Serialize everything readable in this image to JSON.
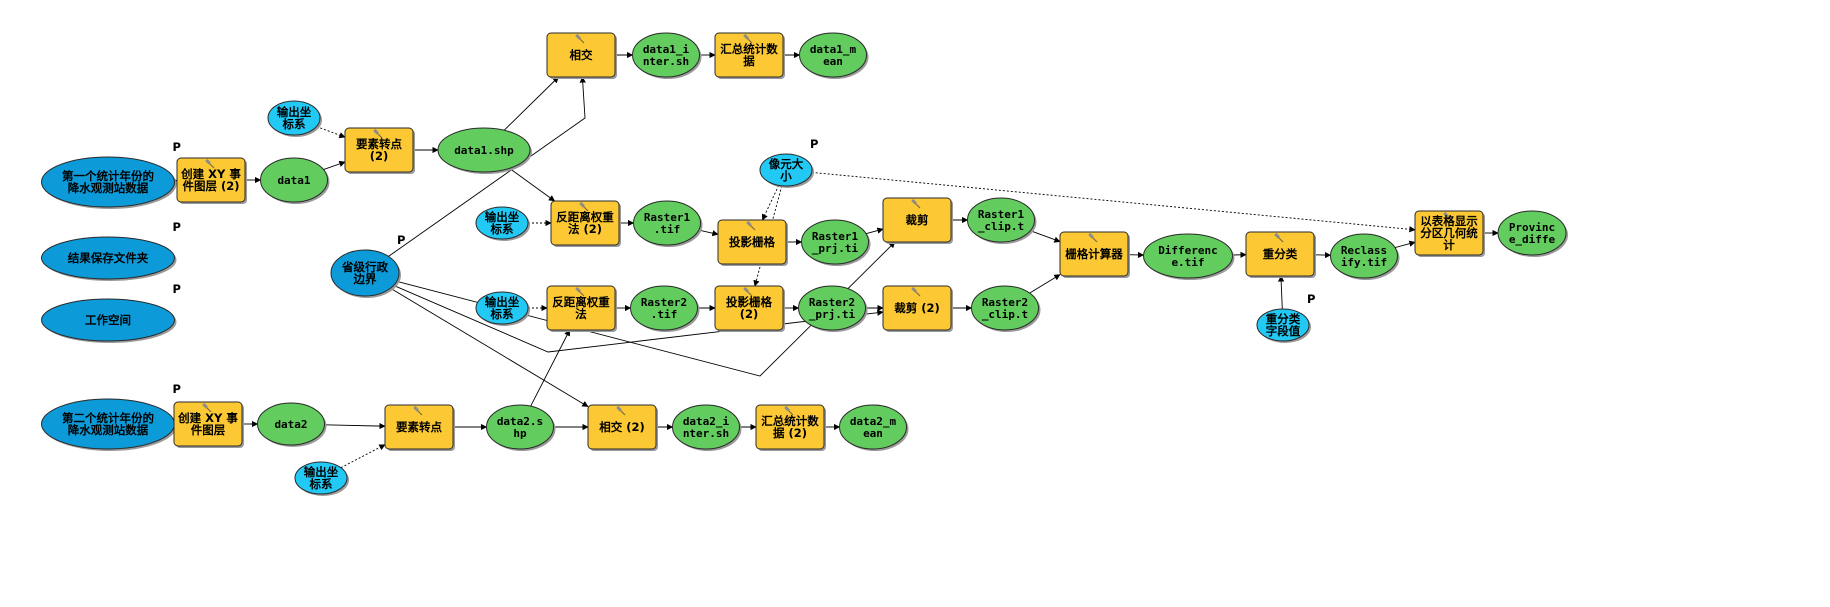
{
  "colors": {
    "tool": "#fcc935",
    "data": "#62cc5e",
    "input": "#0c9ad8",
    "param": "#22c9f5",
    "shadow": "#9a9a9a",
    "outline": "#2a2a2a",
    "line": "#000000"
  },
  "nodes": [
    {
      "id": "n1",
      "shape": "input-oval",
      "text": "第一个统计年份的\n降水观测站数据",
      "p": true
    },
    {
      "id": "n2",
      "shape": "input-oval",
      "text": "结果保存文件夹",
      "p": true
    },
    {
      "id": "n3",
      "shape": "input-oval",
      "text": "工作空间",
      "p": true
    },
    {
      "id": "n4",
      "shape": "input-oval",
      "text": "第二个统计年份的\n降水观测站数据",
      "p": true
    },
    {
      "id": "n5",
      "shape": "input-oval",
      "text": "省级行政\n边界",
      "p": true
    },
    {
      "id": "t1",
      "shape": "tool",
      "text": "创建 XY 事\n件图层 (2)"
    },
    {
      "id": "t2",
      "shape": "tool",
      "text": "创建 XY 事\n件图层"
    },
    {
      "id": "d1",
      "shape": "data",
      "text": "data1"
    },
    {
      "id": "d2",
      "shape": "data",
      "text": "data2"
    },
    {
      "id": "c1",
      "shape": "param",
      "text": "输出坐\n标系"
    },
    {
      "id": "c2",
      "shape": "param",
      "text": "输出坐\n标系"
    },
    {
      "id": "c3",
      "shape": "param",
      "text": "输出坐\n标系"
    },
    {
      "id": "c4",
      "shape": "param",
      "text": "输出坐\n标系"
    },
    {
      "id": "t3",
      "shape": "tool",
      "text": "要素转点\n(2)"
    },
    {
      "id": "t4",
      "shape": "tool",
      "text": "要素转点"
    },
    {
      "id": "d3",
      "shape": "data",
      "text": "data1.shp"
    },
    {
      "id": "d4",
      "shape": "data",
      "text": "data2.s\nhp"
    },
    {
      "id": "t5",
      "shape": "tool",
      "text": "相交"
    },
    {
      "id": "t6",
      "shape": "tool",
      "text": "相交 (2)"
    },
    {
      "id": "d5",
      "shape": "data",
      "text": "data1_i\nnter.sh"
    },
    {
      "id": "d6",
      "shape": "data",
      "text": "data2_i\nnter.sh"
    },
    {
      "id": "t7",
      "shape": "tool",
      "text": "汇总统计数\n据"
    },
    {
      "id": "t8",
      "shape": "tool",
      "text": "汇总统计数\n据 (2)"
    },
    {
      "id": "d7",
      "shape": "data",
      "text": "data1_m\nean"
    },
    {
      "id": "d8",
      "shape": "data",
      "text": "data2_m\nean"
    },
    {
      "id": "t9",
      "shape": "tool",
      "text": "反距离权重\n法 (2)"
    },
    {
      "id": "t10",
      "shape": "tool",
      "text": "反距离权重\n法"
    },
    {
      "id": "d9",
      "shape": "data",
      "text": "Raster1\n.tif"
    },
    {
      "id": "d10",
      "shape": "data",
      "text": "Raster2\n.tif"
    },
    {
      "id": "c5",
      "shape": "param",
      "text": "像元大\n小",
      "p": true
    },
    {
      "id": "t11",
      "shape": "tool",
      "text": "投影栅格"
    },
    {
      "id": "t12",
      "shape": "tool",
      "text": "投影栅格\n(2)"
    },
    {
      "id": "d11",
      "shape": "data",
      "text": "Raster1\n_prj.ti"
    },
    {
      "id": "d12",
      "shape": "data",
      "text": "Raster2\n_prj.ti"
    },
    {
      "id": "t13",
      "shape": "tool",
      "text": "裁剪"
    },
    {
      "id": "t14",
      "shape": "tool",
      "text": "裁剪 (2)"
    },
    {
      "id": "d13",
      "shape": "data",
      "text": "Raster1\n_clip.t"
    },
    {
      "id": "d14",
      "shape": "data",
      "text": "Raster2\n_clip.t"
    },
    {
      "id": "t15",
      "shape": "tool",
      "text": "栅格计算器"
    },
    {
      "id": "d15",
      "shape": "data",
      "text": "Differenc\ne.tif"
    },
    {
      "id": "t16",
      "shape": "tool",
      "text": "重分类"
    },
    {
      "id": "c6",
      "shape": "param",
      "text": "重分类\n字段值",
      "p": true
    },
    {
      "id": "d16",
      "shape": "data",
      "text": "Reclass\nify.tif"
    },
    {
      "id": "t17",
      "shape": "tool",
      "text": "以表格显示\n分区几何统\n计"
    },
    {
      "id": "d17",
      "shape": "data",
      "text": "Provinc\ne_diffe"
    }
  ],
  "edges": [
    {
      "from": "n1",
      "to": "t1"
    },
    {
      "from": "t1",
      "to": "d1"
    },
    {
      "from": "d1",
      "to": "t3"
    },
    {
      "from": "c1",
      "to": "t3",
      "dashed": true
    },
    {
      "from": "t3",
      "to": "d3"
    },
    {
      "from": "d3",
      "to": "t5"
    },
    {
      "from": "t5",
      "to": "d5"
    },
    {
      "from": "d5",
      "to": "t7"
    },
    {
      "from": "t7",
      "to": "d7"
    },
    {
      "from": "d3",
      "to": "t9"
    },
    {
      "from": "c2",
      "to": "t9",
      "dashed": true
    },
    {
      "from": "t9",
      "to": "d9"
    },
    {
      "from": "d9",
      "to": "t11"
    },
    {
      "from": "c5",
      "to": "t11",
      "dashed": true
    },
    {
      "from": "c5",
      "to": "t12",
      "dashed": true
    },
    {
      "from": "c5",
      "to": "t17",
      "dashed": true
    },
    {
      "from": "t11",
      "to": "d11"
    },
    {
      "from": "d11",
      "to": "t13"
    },
    {
      "from": "t13",
      "to": "d13"
    },
    {
      "from": "d13",
      "to": "t15"
    },
    {
      "from": "n5",
      "to": "t5"
    },
    {
      "from": "n5",
      "to": "t6"
    },
    {
      "from": "n5",
      "to": "t13"
    },
    {
      "from": "n5",
      "to": "t14"
    },
    {
      "from": "n4",
      "to": "t2"
    },
    {
      "from": "t2",
      "to": "d2"
    },
    {
      "from": "d2",
      "to": "t4"
    },
    {
      "from": "c4",
      "to": "t4",
      "dashed": true
    },
    {
      "from": "t4",
      "to": "d4"
    },
    {
      "from": "d4",
      "to": "t6"
    },
    {
      "from": "t6",
      "to": "d6"
    },
    {
      "from": "d6",
      "to": "t8"
    },
    {
      "from": "t8",
      "to": "d8"
    },
    {
      "from": "d4",
      "to": "t10"
    },
    {
      "from": "c3",
      "to": "t10",
      "dashed": true
    },
    {
      "from": "t10",
      "to": "d10"
    },
    {
      "from": "d10",
      "to": "t12"
    },
    {
      "from": "t12",
      "to": "d12"
    },
    {
      "from": "d12",
      "to": "t14"
    },
    {
      "from": "t14",
      "to": "d14"
    },
    {
      "from": "d14",
      "to": "t15"
    },
    {
      "from": "t15",
      "to": "d15"
    },
    {
      "from": "d15",
      "to": "t16"
    },
    {
      "from": "c6",
      "to": "t16"
    },
    {
      "from": "t16",
      "to": "d16"
    },
    {
      "from": "d16",
      "to": "t17"
    },
    {
      "from": "t17",
      "to": "d17"
    }
  ]
}
